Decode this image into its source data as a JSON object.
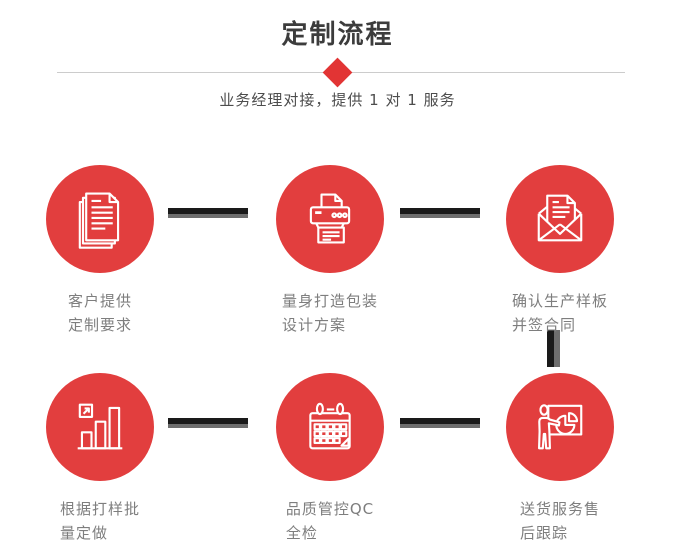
{
  "page": {
    "title": "定制流程",
    "subtitle": "业务经理对接，提供 1 对 1 服务"
  },
  "colors": {
    "accent_red": "#e23e3e",
    "diamond_red": "#e23434",
    "connector_dark": "#1a1a1a",
    "connector_gray": "#6e6e6e",
    "title_gray": "#3c3c3c",
    "label_gray": "#7e7e7e",
    "divider_gray": "#cccccc"
  },
  "steps": [
    {
      "icon": "documents-icon",
      "label_line1": "客户提供",
      "label_line2": "定制要求"
    },
    {
      "icon": "printer-icon",
      "label_line1": "量身打造包装",
      "label_line2": "设计方案"
    },
    {
      "icon": "envelope-icon",
      "label_line1": "确认生产样板",
      "label_line2": "并签合同"
    },
    {
      "icon": "bar-chart-icon",
      "label_line1": "根据打样批",
      "label_line2": "量定做"
    },
    {
      "icon": "calendar-icon",
      "label_line1": "品质管控QC",
      "label_line2": "全检"
    },
    {
      "icon": "presenter-icon",
      "label_line1": "送货服务售",
      "label_line2": "后跟踪"
    }
  ]
}
